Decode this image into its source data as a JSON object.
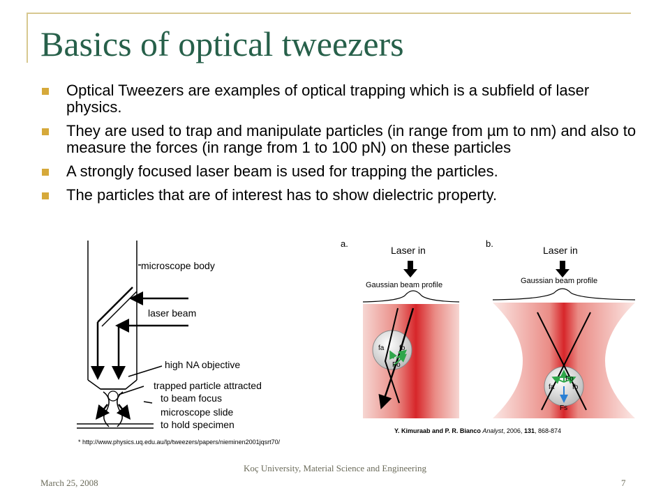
{
  "slide": {
    "title": "Basics of optical tweezers",
    "bullets": [
      "Optical Tweezers are examples of optical trapping which is a subfield of laser physics.",
      "They are used to trap and manipulate particles (in range from µm to nm) and also to measure the forces (in range from 1 to 100 pN) on these particles",
      "A strongly focused laser beam is used for trapping the particles.",
      "The particles that are of interest has to show dielectric property."
    ]
  },
  "figure_left": {
    "labels": {
      "microscope_body": "microscope body",
      "laser_beam": "laser beam",
      "high_na_objective": "high NA objective",
      "trapped_particle_1": "trapped particle attracted",
      "trapped_particle_2": "to beam focus",
      "slide_1": "microscope slide",
      "slide_2": "to hold specimen"
    },
    "caption": "* http://www.physics.uq.edu.au/lp/tweezers/papers/nieminen2001jqsrt70/"
  },
  "figure_right": {
    "panel_a": {
      "letter": "a.",
      "laser_in": "Laser in",
      "profile": "Gaussian beam profile",
      "force_a": "fa",
      "force_b": "fb",
      "force_total": "Fo"
    },
    "panel_b": {
      "letter": "b.",
      "laser_in": "Laser in",
      "profile": "Gaussian beam profile",
      "force_a": "fa",
      "force_b": "fb",
      "force_total": "Fo",
      "force_scatter": "Fs"
    },
    "caption": {
      "authors": "Y. Kimuraab and P. R. Bianco",
      "journal": "Analyst",
      "year": ", 2006, ",
      "volume": "131",
      "pages": ", 868-874"
    }
  },
  "footer": {
    "date": "March 25, 2008",
    "center": "Koç University, Material Science and Engineering",
    "page": "7"
  },
  "colors": {
    "title": "#27604a",
    "bullet_marker": "#d6a93a",
    "frame": "#d7c890",
    "arrow_green": "#2fa64a",
    "arrow_blue": "#2a7fd4",
    "beam_red": "#e03a3a"
  }
}
